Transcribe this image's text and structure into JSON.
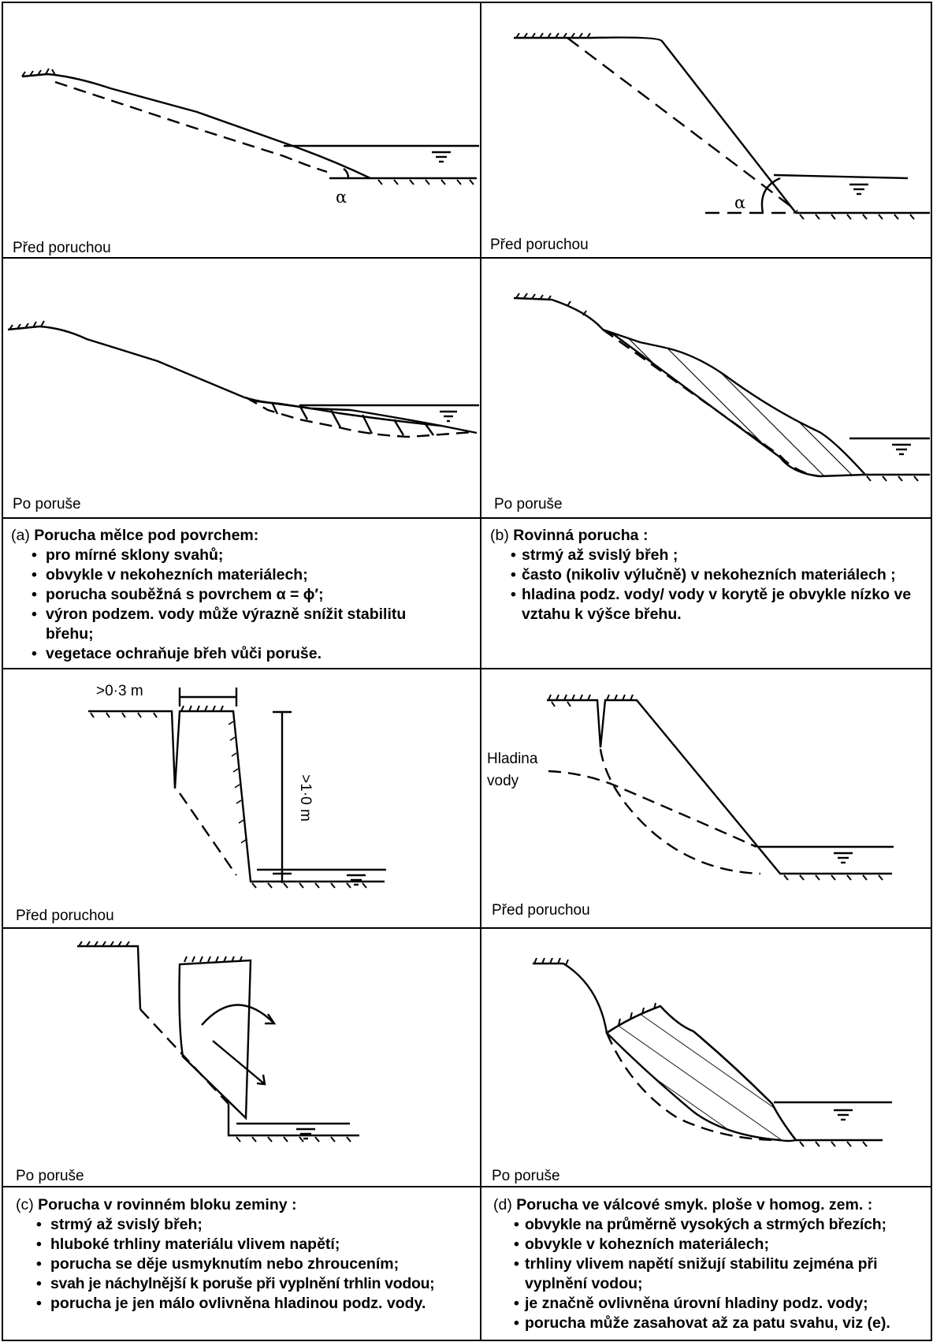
{
  "panels": {
    "a": {
      "before_label": "Před  poruchou",
      "after_label": "Po poruše",
      "angle_symbol": "α",
      "title_letter": "(a)",
      "title": "Porucha mělce pod povrchem:",
      "bullets": [
        "pro mírné sklony svahů;",
        "obvykle v nekohezních materiálech;",
        "porucha souběžná s povrchem    α = ϕ′;",
        "výron podzem. vody může výrazně snížit  stabilitu břehu;",
        "vegetace ochraňuje břeh vůči poruše."
      ]
    },
    "b": {
      "before_label": "Před  poruchou",
      "after_label": "Po poruše",
      "angle_symbol": "α",
      "title_letter": "(b)",
      "title": "Rovinná porucha :",
      "bullets": [
        "strmý až svislý břeh ;",
        "často (nikoliv výlučně) v nekohezních materiálech ;",
        "hladina podz. vody/ vody v korytě je obvykle nízko ve vztahu k výšce břehu."
      ]
    },
    "c": {
      "before_label": "Před  poruchou",
      "after_label": "Po poruše",
      "crack_width": ">0·3 m",
      "bank_height": ">1·0 m",
      "title_letter": "(c)",
      "title": "Porucha v rovinném bloku zeminy :",
      "bullets": [
        "strmý až svislý břeh;",
        "hluboké trhliny materiálu vlivem napětí;",
        "porucha se děje usmyknutím nebo zhroucením;",
        "svah je náchylnější k poruše při vyplnění trhlin vodou;",
        "porucha je jen málo ovlivněna hladinou podz. vody."
      ]
    },
    "d": {
      "before_label": "Před  poruchou",
      "after_label": "Po poruše",
      "water_label_line1": "Hladina",
      "water_label_line2": "vody",
      "title_letter": "(d)",
      "title": "Porucha ve válcové smyk. ploše v homog. zem. :",
      "bullets": [
        "obvykle na průměrně vysokých a strmých březích;",
        "obvykle v kohezních materiálech;",
        "trhliny vlivem napětí snižují stabilitu zejména při vyplnění vodou;",
        "je značně ovlivněna úrovní hladiny podz. vody;",
        "porucha může zasahovat až za patu svahu, viz (e)."
      ]
    }
  }
}
